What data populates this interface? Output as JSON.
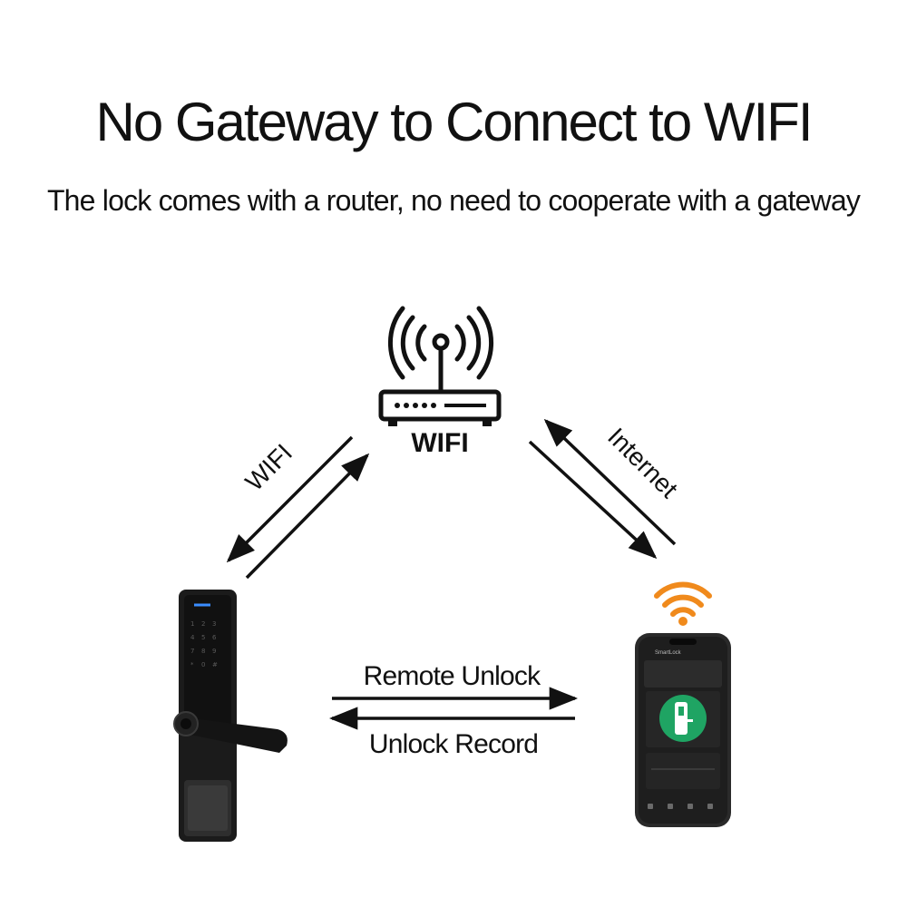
{
  "title": "No Gateway to Connect to WIFI",
  "subtitle": "The lock comes with a router, no need to cooperate with a gateway",
  "diagram": {
    "router_label": "WIFI",
    "left_link_label": "WIFI",
    "right_link_label": "Internet",
    "bottom_top_label": "Remote Unlock",
    "bottom_bottom_label": "Unlock Record",
    "phone_app_title": "SmartLock",
    "colors": {
      "wifi_signal": "#f08a1c",
      "app_accent": "#1fa463",
      "lock_body": "#1b1b1b",
      "keypad_glow": "#3a8dff"
    }
  }
}
